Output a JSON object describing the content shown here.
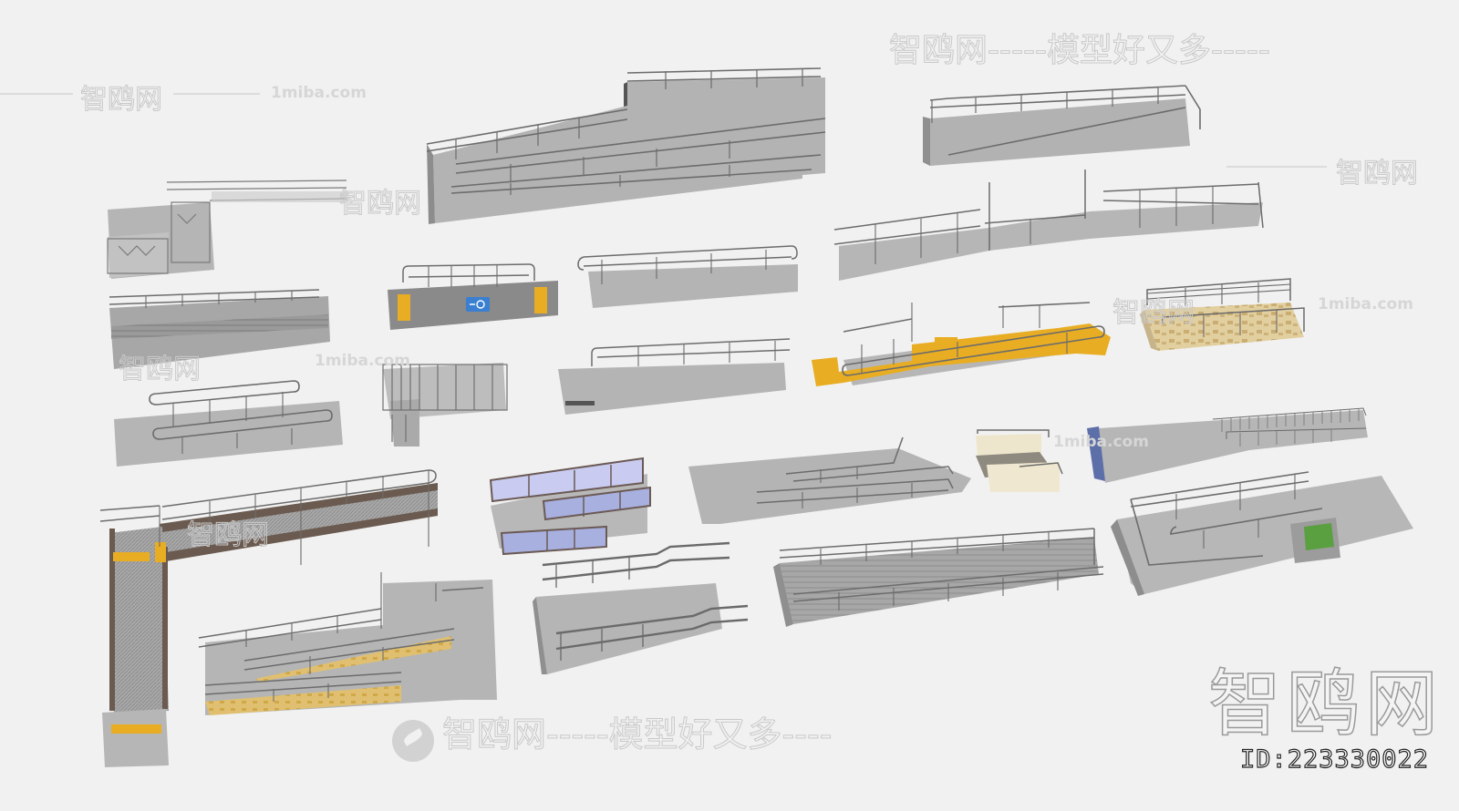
{
  "image": {
    "kind": "3D model collection preview",
    "subject": "Accessible wheelchair ramps with handrails",
    "background_color": "#f1f1f1",
    "model_count": 21
  },
  "watermarks": {
    "brand_cn": "智鸥网",
    "slogan_top": "智鸥网-----模型好又多-----",
    "slogan_bottom": "智鸥网-----模型好又多----",
    "site_url": "1miba.com",
    "big_logo": "智鸥网",
    "model_id": "ID:223330022"
  },
  "colors": {
    "concrete": "#b4b4b4",
    "concrete_dark": "#9c9c9c",
    "railing": "#6f6f6f",
    "tactile_yellow": "#e8ad22",
    "wood_tan": "#e6d3a8",
    "glass_blue": "#b9bde8",
    "brown_frame": "#6b5a55",
    "grass_green": "#5aa040",
    "accessibility_sign_blue": "#3a7fd0"
  },
  "models": [
    {
      "id": "m1",
      "desc": "long double-switchback concrete ramp with railings"
    },
    {
      "id": "m2",
      "desc": "straight concrete ramp with top railing"
    },
    {
      "id": "m3",
      "desc": "small ramp with decorative side panels and wire mesh rail"
    },
    {
      "id": "m4",
      "desc": "dark ramp with tactile strips and accessibility sign"
    },
    {
      "id": "m5",
      "desc": "concrete ramp with single handrail"
    },
    {
      "id": "m6",
      "desc": "stepped ramp with multiple rail sections"
    },
    {
      "id": "m7",
      "desc": "grey ramp with grating strip"
    },
    {
      "id": "m8",
      "desc": "ramp with curved yellow tactile paving"
    },
    {
      "id": "m9",
      "desc": "tan wooden-deck ramp with balustrade"
    },
    {
      "id": "m10",
      "desc": "ramp with vertical bar gate railing"
    },
    {
      "id": "m11",
      "desc": "ramp with drain and single rail"
    },
    {
      "id": "m12",
      "desc": "concrete slab with looped handrails"
    },
    {
      "id": "m13",
      "desc": "cream stucco wall ramp"
    },
    {
      "id": "m14",
      "desc": "long ramp with picket railing and glass end"
    },
    {
      "id": "m15",
      "desc": "L-shaped mesh-deck ramp with yellow tactile bands"
    },
    {
      "id": "m16",
      "desc": "ramp with blue glass panel railings"
    },
    {
      "id": "m17",
      "desc": "low ramp with split handrails"
    },
    {
      "id": "m18",
      "desc": "switchback ramp with wood tread strip"
    },
    {
      "id": "m19",
      "desc": "ramp with double rail handrails"
    },
    {
      "id": "m20",
      "desc": "long grated ramp with balustrade"
    },
    {
      "id": "m21",
      "desc": "ramp with planter box with grass"
    }
  ]
}
